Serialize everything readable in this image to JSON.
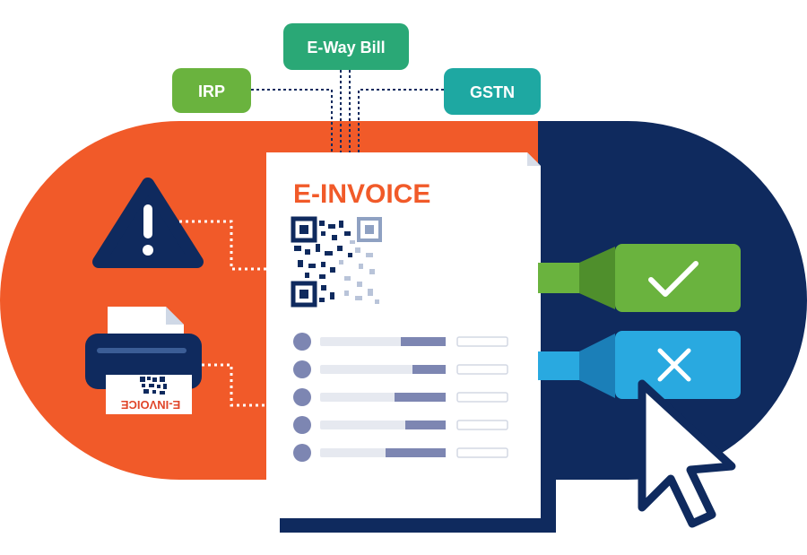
{
  "tags": {
    "irp": "IRP",
    "eway": "E-Way Bill",
    "gstn": "GSTN"
  },
  "document": {
    "title": "E-INVOICE",
    "line_items": 5
  },
  "printer": {
    "receipt_text": "E-INVOICE"
  },
  "colors": {
    "orange": "#f15a29",
    "navy": "#0f2a5e",
    "green": "#6ab33e",
    "teal": "#1ea8a2",
    "blue": "#29a9e0",
    "pill_green": "#2aa876"
  },
  "icons": [
    "warning-icon",
    "printer-icon",
    "qr-code-icon",
    "check-icon",
    "cross-icon",
    "cursor-icon"
  ]
}
